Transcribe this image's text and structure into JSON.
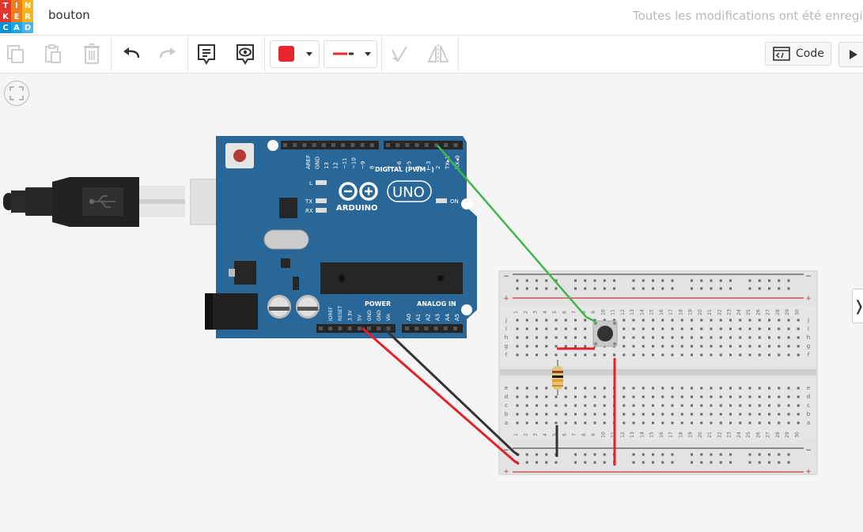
{
  "logo": {
    "letters": [
      "T",
      "I",
      "N",
      "K",
      "E",
      "R",
      "C",
      "A",
      "D"
    ],
    "colors": [
      "#e3352b",
      "#f27b20",
      "#f6b51c",
      "#e3352b",
      "#f27b20",
      "#f6b51c",
      "#0c8fd3",
      "#1aa6e4",
      "#4ab5e6"
    ]
  },
  "header": {
    "project_title": "bouton",
    "save_status": "Toutes les modifications ont été enregistrées"
  },
  "toolbar": {
    "copy_icon": "copy-icon",
    "paste_icon": "paste-icon",
    "delete_icon": "trash-icon",
    "undo_icon": "undo-icon",
    "redo_icon": "redo-icon",
    "notes_icon": "notes-icon",
    "visibility_icon": "eye-icon",
    "color_value": "#e8262b",
    "wire_color": "#e8262b",
    "code_label": "Code",
    "code_icon": "code-icon",
    "simulate_icon": "play-icon"
  },
  "arduino": {
    "board_color": "#2a6799",
    "brand": "ARDUINO",
    "model": "UNO",
    "digital_label": "DIGITAL (PWM~)",
    "power_label": "POWER",
    "analog_label": "ANALOG IN",
    "led_labels": [
      "L",
      "TX",
      "RX"
    ],
    "on_label": "ON",
    "top_pins": [
      "AREF",
      "GND",
      "13",
      "12",
      "~11",
      "~10",
      "~9",
      "8"
    ],
    "top_pins2": [
      "7",
      "~6",
      "~5",
      "4",
      "~3",
      "2",
      "TX▸1",
      "RX◂0"
    ],
    "power_pins": [
      "IOREF",
      "RESET",
      "3.3V",
      "5V",
      "GND",
      "GND",
      "Vin"
    ],
    "analog_pins": [
      "A0",
      "A1",
      "A2",
      "A3",
      "A4",
      "A5"
    ]
  },
  "breadboard": {
    "top_rows": [
      "j",
      "i",
      "h",
      "g",
      "f"
    ],
    "bottom_rows": [
      "e",
      "d",
      "c",
      "b",
      "a"
    ],
    "columns": [
      "1",
      "2",
      "3",
      "4",
      "5",
      "6",
      "7",
      "8",
      "9",
      "10",
      "11",
      "12",
      "13",
      "14",
      "15",
      "16",
      "17",
      "18",
      "19",
      "20",
      "21",
      "22",
      "23",
      "24",
      "25",
      "26",
      "27",
      "28",
      "29",
      "30"
    ],
    "rail_minus": "−",
    "rail_plus": "+"
  },
  "wires": {
    "green": "#3fb54a",
    "red": "#e0222a",
    "black": "#333333"
  }
}
